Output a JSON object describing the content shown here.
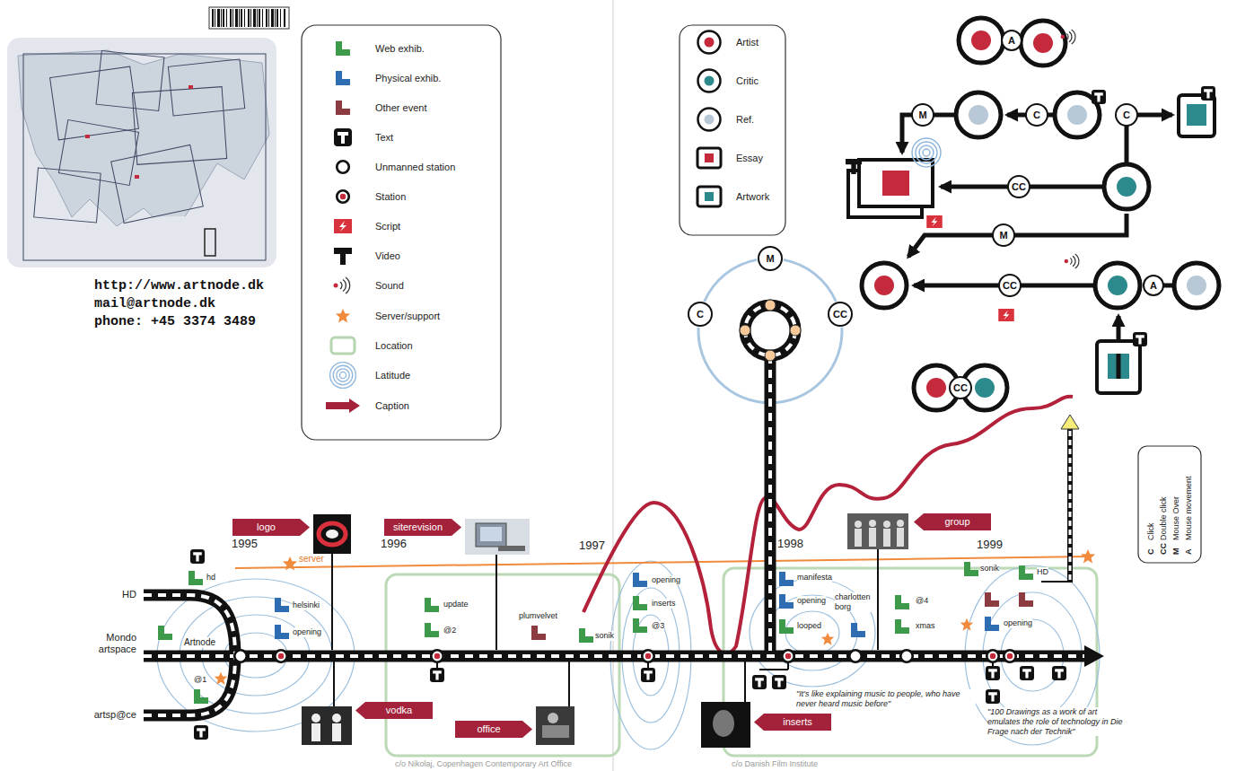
{
  "diagram": {
    "nodes": [
      {
        "text": [
          "A"
        ]
      },
      {
        "text": [
          "M"
        ]
      },
      {
        "text": [
          "C"
        ]
      },
      {
        "text": [
          "C"
        ]
      },
      {
        "text": [
          "CC"
        ]
      },
      {
        "text": [
          "M"
        ]
      },
      {
        "text": [
          "M"
        ]
      },
      {
        "text": [
          "CC"
        ]
      },
      {
        "text": [
          "A"
        ]
      },
      {
        "text": [
          "C"
        ]
      },
      {
        "text": [
          "CC"
        ]
      },
      {
        "text": [
          "CC"
        ]
      },
      {
        "text": [
          "logo"
        ]
      },
      {
        "text": [
          "siterevision"
        ]
      },
      {
        "text": [
          "group"
        ]
      },
      {
        "text": [
          "vodka"
        ]
      },
      {
        "text": [
          "office"
        ]
      },
      {
        "text": [
          "inserts"
        ]
      }
    ],
    "edges": [
      {
        "from": 9,
        "to": 6,
        "arrow": "none"
      },
      {
        "from": 6,
        "to": 10,
        "arrow": "none"
      }
    ],
    "labels": [
      "http://www.artnode.dk",
      "mail@artnode.dk",
      "phone: +45 3374 3489",
      "1995",
      "1996",
      "1997",
      "1998",
      "1999",
      "server",
      "HD",
      "Mondo artspace",
      "artsp@ce",
      "Artnode",
      "hd",
      "@1",
      "helsinki",
      "opening",
      "update",
      "@2",
      "plumvelvet",
      "sonik",
      "opening",
      "inserts",
      "@3",
      "manifesta",
      "opening",
      "looped",
      "charlotten borg",
      "@4",
      "xmas",
      "sonik",
      "HD",
      "opening",
      "\"It's like explaining music to people, who have never heard music before\"",
      "\"100 Drawings as a work of art emulates the role of technology in Die Frage nach der Technik\"",
      "c/o Nikolaj, Copenhagen Contemporary Art Office",
      "c/o Danish Film Institute",
      "C",
      "CC",
      "M",
      "A"
    ],
    "legend": [
      {
        "text": "Web exhib.",
        "color": "#3c9a4a"
      },
      {
        "text": "Physical exhib.",
        "color": "#2f6db3"
      },
      {
        "text": "Other event",
        "color": "#8c3b40"
      },
      {
        "text": "Text"
      },
      {
        "text": "Unmanned station"
      },
      {
        "text": "Station"
      },
      {
        "text": "Script"
      },
      {
        "text": "Video"
      },
      {
        "text": "Sound"
      },
      {
        "text": "Server/support"
      },
      {
        "text": "Location"
      },
      {
        "text": "Latitude"
      },
      {
        "text": "Caption"
      },
      {
        "text": "Artist"
      },
      {
        "text": "Critic"
      },
      {
        "text": "Ref."
      },
      {
        "text": "Essay"
      },
      {
        "text": "Artwork"
      },
      {
        "text": "Click"
      },
      {
        "text": "Double click"
      },
      {
        "text": "Mouse Over"
      },
      {
        "text": "Mouse movement"
      }
    ]
  }
}
